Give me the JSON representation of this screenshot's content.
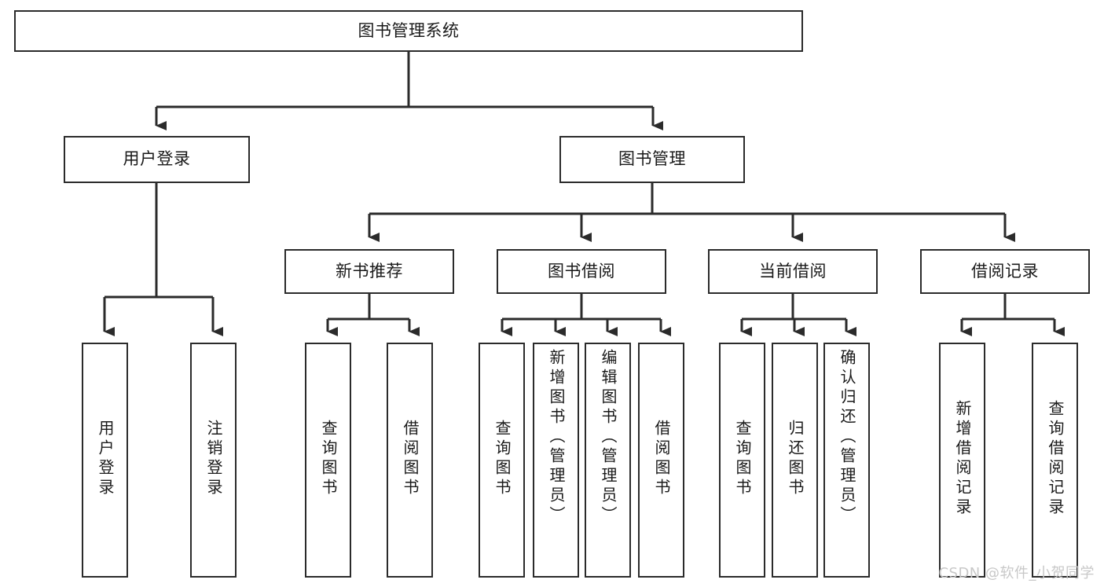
{
  "diagram": {
    "type": "tree",
    "title": "图书管理系统",
    "root": {
      "id": "root",
      "label": "图书管理系统"
    },
    "level1": [
      {
        "id": "user-login",
        "label": "用户登录"
      },
      {
        "id": "book-manage",
        "label": "图书管理"
      }
    ],
    "level2": [
      {
        "id": "new-book-recommend",
        "label": "新书推荐",
        "parent": "book-manage"
      },
      {
        "id": "book-borrow",
        "label": "图书借阅",
        "parent": "book-manage"
      },
      {
        "id": "current-borrow",
        "label": "当前借阅",
        "parent": "book-manage"
      },
      {
        "id": "borrow-record",
        "label": "借阅记录",
        "parent": "book-manage"
      }
    ],
    "leaves": [
      {
        "id": "leaf-user-login",
        "label": "用户登录",
        "parent": "user-login"
      },
      {
        "id": "leaf-user-logout",
        "label": "注销登录",
        "parent": "user-login"
      },
      {
        "id": "leaf-query-book-1",
        "label": "查询图书",
        "parent": "new-book-recommend"
      },
      {
        "id": "leaf-borrow-book-1",
        "label": "借阅图书",
        "parent": "new-book-recommend"
      },
      {
        "id": "leaf-query-book-2",
        "label": "查询图书",
        "parent": "book-borrow"
      },
      {
        "id": "leaf-add-book",
        "label": "新增图书（管理员）",
        "parent": "book-borrow"
      },
      {
        "id": "leaf-edit-book",
        "label": "编辑图书（管理员）",
        "parent": "book-borrow"
      },
      {
        "id": "leaf-borrow-book-2",
        "label": "借阅图书",
        "parent": "book-borrow"
      },
      {
        "id": "leaf-query-book-3",
        "label": "查询图书",
        "parent": "current-borrow"
      },
      {
        "id": "leaf-return-book",
        "label": "归还图书",
        "parent": "current-borrow"
      },
      {
        "id": "leaf-confirm-return",
        "label": "确认归还（管理员）",
        "parent": "current-borrow"
      },
      {
        "id": "leaf-add-record",
        "label": "新增借阅记录",
        "parent": "borrow-record"
      },
      {
        "id": "leaf-query-record",
        "label": "查询借阅记录",
        "parent": "borrow-record"
      }
    ],
    "colors": {
      "box_border": "#2b2b2b",
      "box_fill": "#ffffff",
      "connector": "#2b2b2b",
      "text": "#1a1a1a",
      "watermark": "#c8c8c8"
    }
  },
  "watermark": {
    "text": "CSDN @软件_小贺同学"
  }
}
